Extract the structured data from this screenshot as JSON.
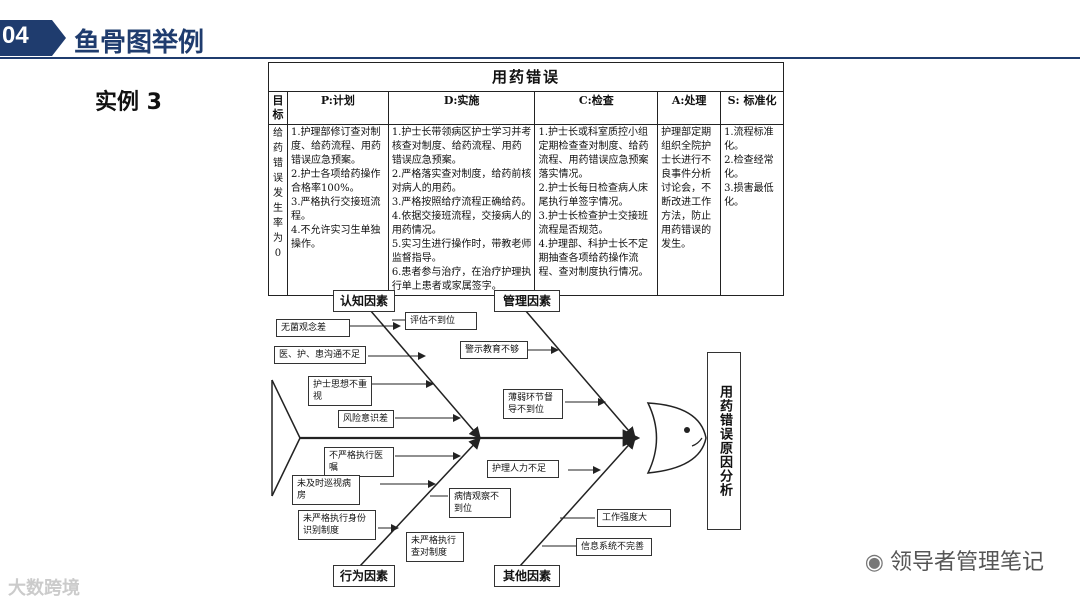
{
  "header": {
    "section_number": "04",
    "title": "鱼骨图举例",
    "accent_color": "#1f3c6e"
  },
  "example_label": "实例 3",
  "table": {
    "title": "用药错误",
    "columns": [
      "目标",
      "P:计划",
      "D:实施",
      "C:检查",
      "A:处理",
      "S: 标准化"
    ],
    "goal": "给药错误发生率为0",
    "plan": [
      "1.护理部修订查对制度、给药流程、用药错误应急预案。",
      "2.护士各项给药操作合格率100%。",
      "3.严格执行交接班流程。",
      "4.不允许实习生单独操作。"
    ],
    "do": [
      "1.护士长带领病区护士学习并考核查对制度、给药流程、用药错误应急预案。",
      "2.严格落实查对制度，给药前核对病人的用药。",
      "3.严格按照给疗流程正确给药。",
      "4.依据交接班流程，交接病人的用药情况。",
      "5.实习生进行操作时，带教老师监督指导。",
      "6.患者参与治疗，在治疗护理执行单上患者或家属签字。"
    ],
    "check": [
      "1.护士长或科室质控小组定期检查查对制度、给药流程、用药错误应急预案落实情况。",
      "2.护士长每日检查病人床尾执行单签字情况。",
      "3.护士长检查护士交接班流程是否规范。",
      "4.护理部、科护士长不定期抽查各项给药操作流程、查对制度执行情况。"
    ],
    "act": "护理部定期组织全院护士长进行不良事件分析讨论会，不断改进工作方法，防止用药错误的发生。",
    "standardize": [
      "1.流程标准化。",
      "2.检查经常化。",
      "3.损害最低化。"
    ]
  },
  "fishbone": {
    "head": "用药错误原因分析",
    "categories": {
      "top_left": "认知因素",
      "top_right": "管理因素",
      "bottom_left": "行为因素",
      "bottom_right": "其他因素"
    },
    "causes": {
      "weak_awareness": "无菌观念差",
      "poor_communication": "医、护、患沟通不足",
      "not_valued": "护士思想不重视",
      "risk_awareness": "风险意识差",
      "evaluation": "评估不到位",
      "warning_edu": "警示教育不够",
      "weak_supervision": "薄弱环节督导不到位",
      "not_strict": "不严格执行医嘱",
      "no_rounds": "未及时巡视病房",
      "observation": "病情观察不到位",
      "identity": "未严格执行身份识别制度",
      "checking": "未严格执行查对制度",
      "staffing": "护理人力不足",
      "workload": "工作强度大",
      "info_system": "信息系统不完善"
    }
  },
  "watermarks": {
    "right": "领导者管理笔记",
    "left": "大数跨境"
  }
}
